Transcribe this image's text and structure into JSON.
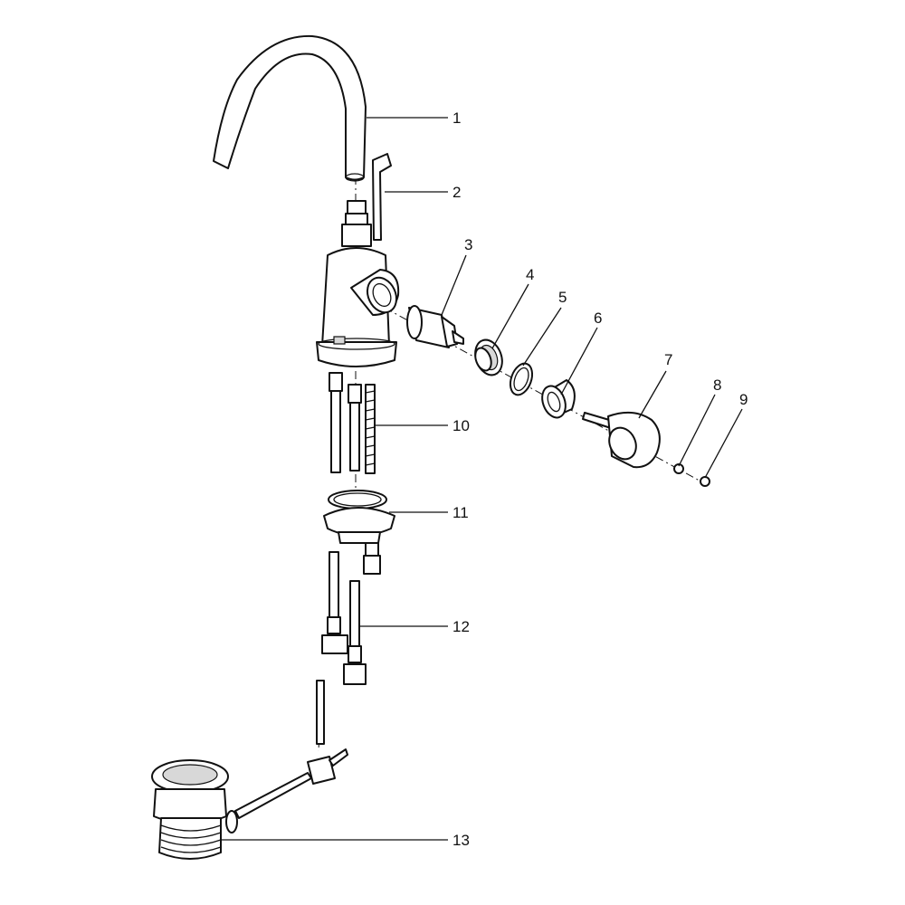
{
  "diagram": {
    "callouts": [
      {
        "id": "1",
        "text": "1"
      },
      {
        "id": "2",
        "text": "2"
      },
      {
        "id": "3",
        "text": "3"
      },
      {
        "id": "4",
        "text": "4"
      },
      {
        "id": "5",
        "text": "5"
      },
      {
        "id": "6",
        "text": "6"
      },
      {
        "id": "7",
        "text": "7"
      },
      {
        "id": "8",
        "text": "8"
      },
      {
        "id": "9",
        "text": "9"
      },
      {
        "id": "10",
        "text": "10"
      },
      {
        "id": "11",
        "text": "11"
      },
      {
        "id": "12",
        "text": "12"
      },
      {
        "id": "13",
        "text": "13"
      }
    ]
  },
  "colors": {
    "line": "#111111",
    "background": "#ffffff"
  }
}
